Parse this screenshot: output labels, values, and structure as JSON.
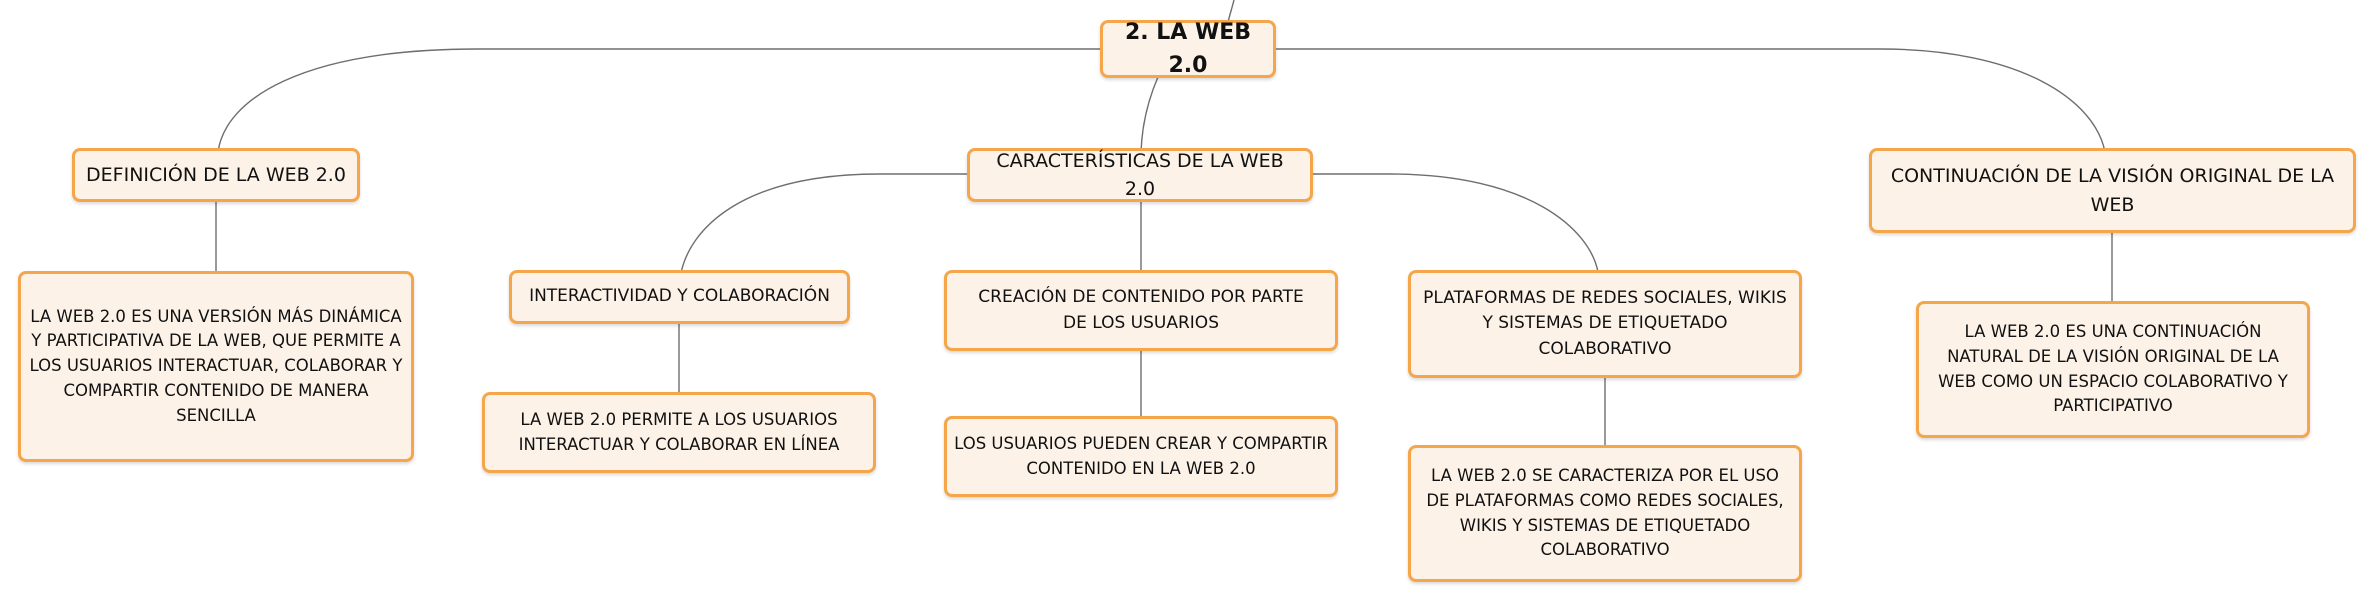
{
  "diagram": {
    "root": {
      "label": "2. LA WEB 2.0"
    },
    "definition": {
      "label": "DEFINICIÓN DE LA WEB 2.0",
      "detail": "LA WEB 2.0 ES UNA VERSIÓN MÁS DINÁMICA Y PARTICIPATIVA DE LA WEB, QUE PERMITE A LOS USUARIOS INTERACTUAR, COLABORAR Y COMPARTIR CONTENIDO DE MANERA SENCILLA"
    },
    "characteristics": {
      "label": "CARACTERÍSTICAS DE LA WEB 2.0",
      "items": [
        {
          "label": "INTERACTIVIDAD Y COLABORACIÓN",
          "detail": "LA WEB 2.0 PERMITE A LOS USUARIOS INTERACTUAR Y COLABORAR EN LÍNEA"
        },
        {
          "label": "CREACIÓN DE CONTENIDO POR PARTE DE LOS USUARIOS",
          "detail": "LOS USUARIOS PUEDEN CREAR Y COMPARTIR CONTENIDO EN LA WEB 2.0"
        },
        {
          "label": "PLATAFORMAS DE REDES SOCIALES, WIKIS Y SISTEMAS DE ETIQUETADO COLABORATIVO",
          "detail": "LA WEB 2.0 SE CARACTERIZA POR EL USO DE PLATAFORMAS COMO REDES SOCIALES, WIKIS Y SISTEMAS DE ETIQUETADO COLABORATIVO"
        }
      ]
    },
    "continuation": {
      "label": "CONTINUACIÓN DE LA VISIÓN ORIGINAL DE LA WEB",
      "detail": "LA WEB 2.0 ES UNA CONTINUACIÓN NATURAL DE LA VISIÓN ORIGINAL DE LA WEB COMO UN ESPACIO COLABORATIVO Y PARTICIPATIVO"
    },
    "colors": {
      "node_fill": "#fdf2e8",
      "node_border": "#f5a54a",
      "connector": "#6e6e6e"
    }
  }
}
